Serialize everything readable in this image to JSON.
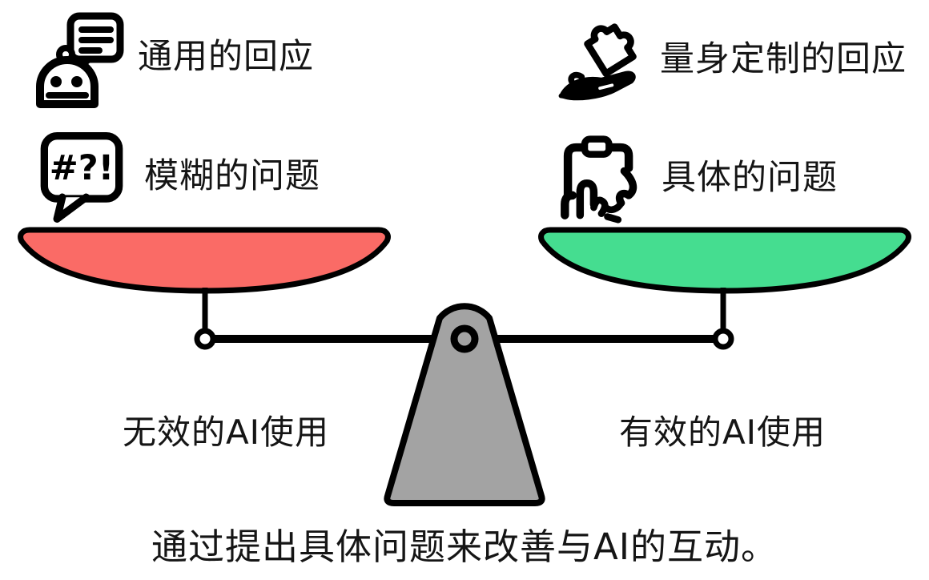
{
  "colors": {
    "background": "#ffffff",
    "ink": "#000000",
    "left_pan": "#FA6B66",
    "right_pan": "#45DD90",
    "fulcrum": "#A3A3A3"
  },
  "left_column": {
    "items": [
      {
        "icon": "robot-chat-icon",
        "label": "通用的回应"
      },
      {
        "icon": "confused-speech-bubble-icon",
        "label": "模糊的问题",
        "bubble_text": "#?!"
      }
    ],
    "pan_label": "无效的AI使用"
  },
  "right_column": {
    "items": [
      {
        "icon": "hand-puzzle-icon",
        "label": "量身定制的回应"
      },
      {
        "icon": "clipboard-hand-icon",
        "label": "具体的问题"
      }
    ],
    "pan_label": "有效的AI使用"
  },
  "caption": "通过提出具体问题来改善与AI的互动。"
}
